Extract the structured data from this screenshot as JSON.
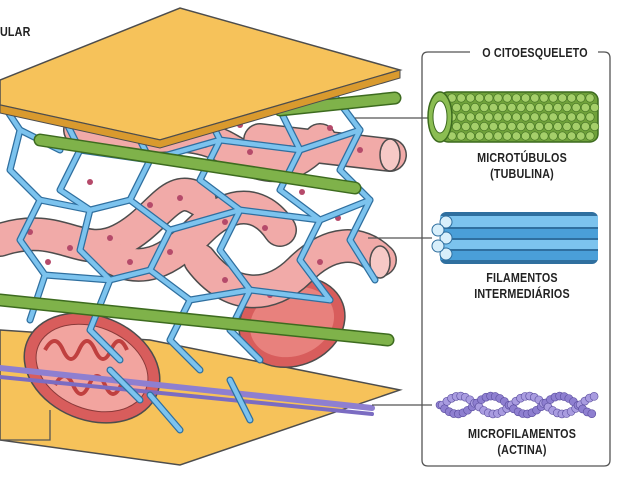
{
  "top_left_label": "ULAR",
  "group_title": "O CITOESQUELETO",
  "components": [
    {
      "name": "microtubules-icon",
      "line1": "MICROTÚBULOS",
      "line2": "(TUBULINA)"
    },
    {
      "name": "intermediate-filaments-icon",
      "line1": "FILAMENTOS",
      "line2": "INTERMEDIÁRIOS"
    },
    {
      "name": "microfilaments-icon",
      "line1": "MICROFILAMENTOS",
      "line2": "(ACTINA)"
    }
  ],
  "colors": {
    "membrane": "#f6c25a",
    "microtubule": "#6fa13a",
    "intermediate_filament": "#4a9fd8",
    "actin": "#8e7fd0",
    "er_tube": "#f1aaa8",
    "mitochondrion": "#d85d5c",
    "ribosome": "#b54a6a",
    "outline": "#4d4d4d"
  }
}
